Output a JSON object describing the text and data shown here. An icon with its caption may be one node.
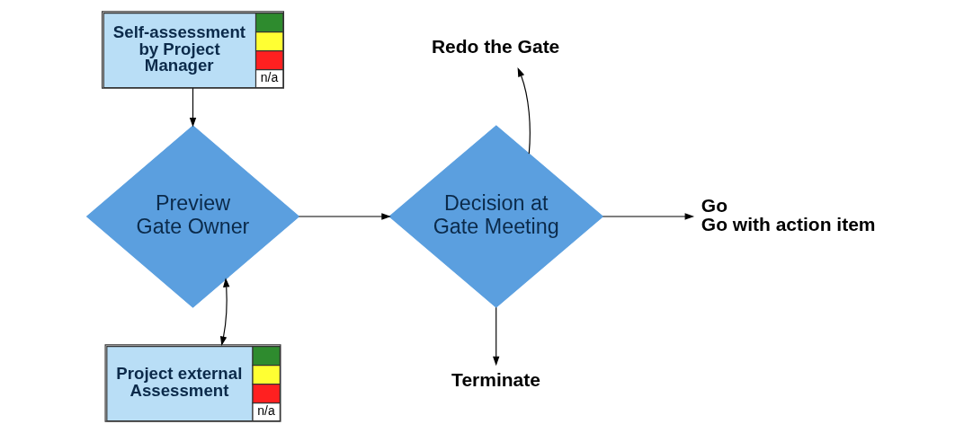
{
  "diagram": {
    "nodes": [
      {
        "text": [
          "Self-assessment by Project Manager",
          "n/a"
        ]
      },
      {
        "text": [
          "Preview Gate Owner"
        ]
      },
      {
        "text": [
          "Project external Assessment",
          "n/a"
        ]
      },
      {
        "text": [
          "Decision at Gate Meeting"
        ]
      },
      {
        "text": [
          "Redo the Gate"
        ]
      },
      {
        "text": [
          "Terminate"
        ]
      },
      {
        "text": [
          "Go",
          "Go with action item"
        ]
      }
    ],
    "edges": [
      {
        "from": 0,
        "to": 1,
        "arrow": "to"
      },
      {
        "from": 2,
        "to": 1,
        "arrow": "both"
      },
      {
        "from": 1,
        "to": 3,
        "arrow": "to"
      },
      {
        "from": 3,
        "to": 4,
        "arrow": "to"
      },
      {
        "from": 3,
        "to": 5,
        "arrow": "to"
      },
      {
        "from": 3,
        "to": 6,
        "arrow": "to"
      }
    ]
  }
}
